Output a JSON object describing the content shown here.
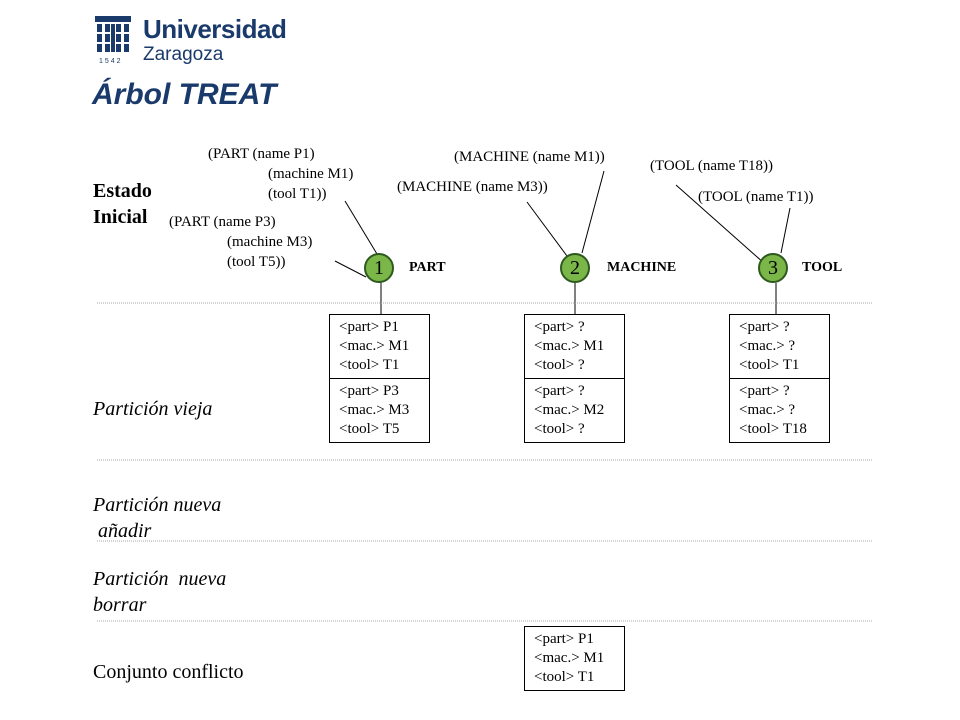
{
  "logo": {
    "name": "Universidad",
    "sub": "Zaragoza",
    "year": "1542"
  },
  "title": "Árbol TREAT",
  "estado": {
    "line1": "Estado",
    "line2": "Inicial"
  },
  "rows": {
    "vieja": "Partición vieja",
    "nueva_add_1": "Partición nueva",
    "nueva_add_2": " añadir",
    "nueva_del_1": "Partición  nueva",
    "nueva_del_2": "borrar",
    "conflicto": "Conjunto conflicto"
  },
  "facts": {
    "p1": [
      "(PART (name P1)",
      "(machine  M1)",
      "(tool T1))"
    ],
    "p3": [
      "(PART (name P3)",
      "(machine  M3)",
      "(tool T5))"
    ],
    "m1": "(MACHINE (name M1))",
    "m3": "(MACHINE (name M3))",
    "t18": "(TOOL (name T18))",
    "t1": "(TOOL (name T1))"
  },
  "nodes": [
    {
      "num": "1",
      "label": "PART"
    },
    {
      "num": "2",
      "label": "MACHINE"
    },
    {
      "num": "3",
      "label": "TOOL"
    }
  ],
  "memories": {
    "part": [
      [
        "<part> P1",
        "<mac.> M1",
        "<tool> T1"
      ],
      [
        "<part> P3",
        "<mac.> M3",
        "<tool> T5"
      ]
    ],
    "machine": [
      [
        "<part> ?",
        "<mac.> M1",
        "<tool> ?"
      ],
      [
        "<part> ?",
        "<mac.> M2",
        "<tool> ?"
      ]
    ],
    "tool": [
      [
        "<part> ?",
        "<mac.> ?",
        "<tool> T1"
      ],
      [
        "<part> ?",
        "<mac.> ?",
        "<tool> T18"
      ]
    ],
    "conflict": [
      [
        "<part> P1",
        "<mac.> M1",
        "<tool> T1"
      ]
    ]
  },
  "colors": {
    "brand": "#1a3a6b",
    "node_fill": "#7ab648",
    "divider": "#aaaaaa"
  }
}
